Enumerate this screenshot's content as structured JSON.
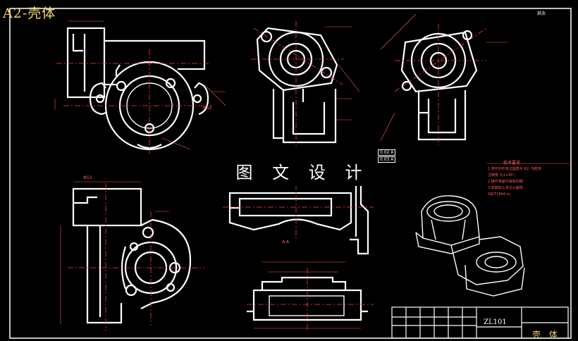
{
  "drawing": {
    "title": "A2-壳体",
    "watermark": "图 文 设 计",
    "colors": {
      "background": "#000000",
      "outline": "#ffffff",
      "center_line": "#ff3b3b",
      "dimension": "#ff5a5a",
      "title": "#f5d66a"
    }
  },
  "title_block": {
    "code": "ZL101",
    "name": "壳 体"
  },
  "annotations": {
    "section_label": "A-A",
    "dimension_a": "Φ62",
    "dimension_b": "Φ53",
    "tolerance_a": "0.02 A",
    "tolerance_b": "0.03 A"
  },
  "tech_requirements": {
    "title": "技术要求",
    "lines": [
      "1.零件外形未注圆角为 R2, 内腔未",
      "注倒角 为1×45°。",
      "2.铸件表面不得有砂眼。",
      "3.机械加工未注公差按",
      "GB/T1804-m。"
    ]
  },
  "roughness_note": "其余"
}
